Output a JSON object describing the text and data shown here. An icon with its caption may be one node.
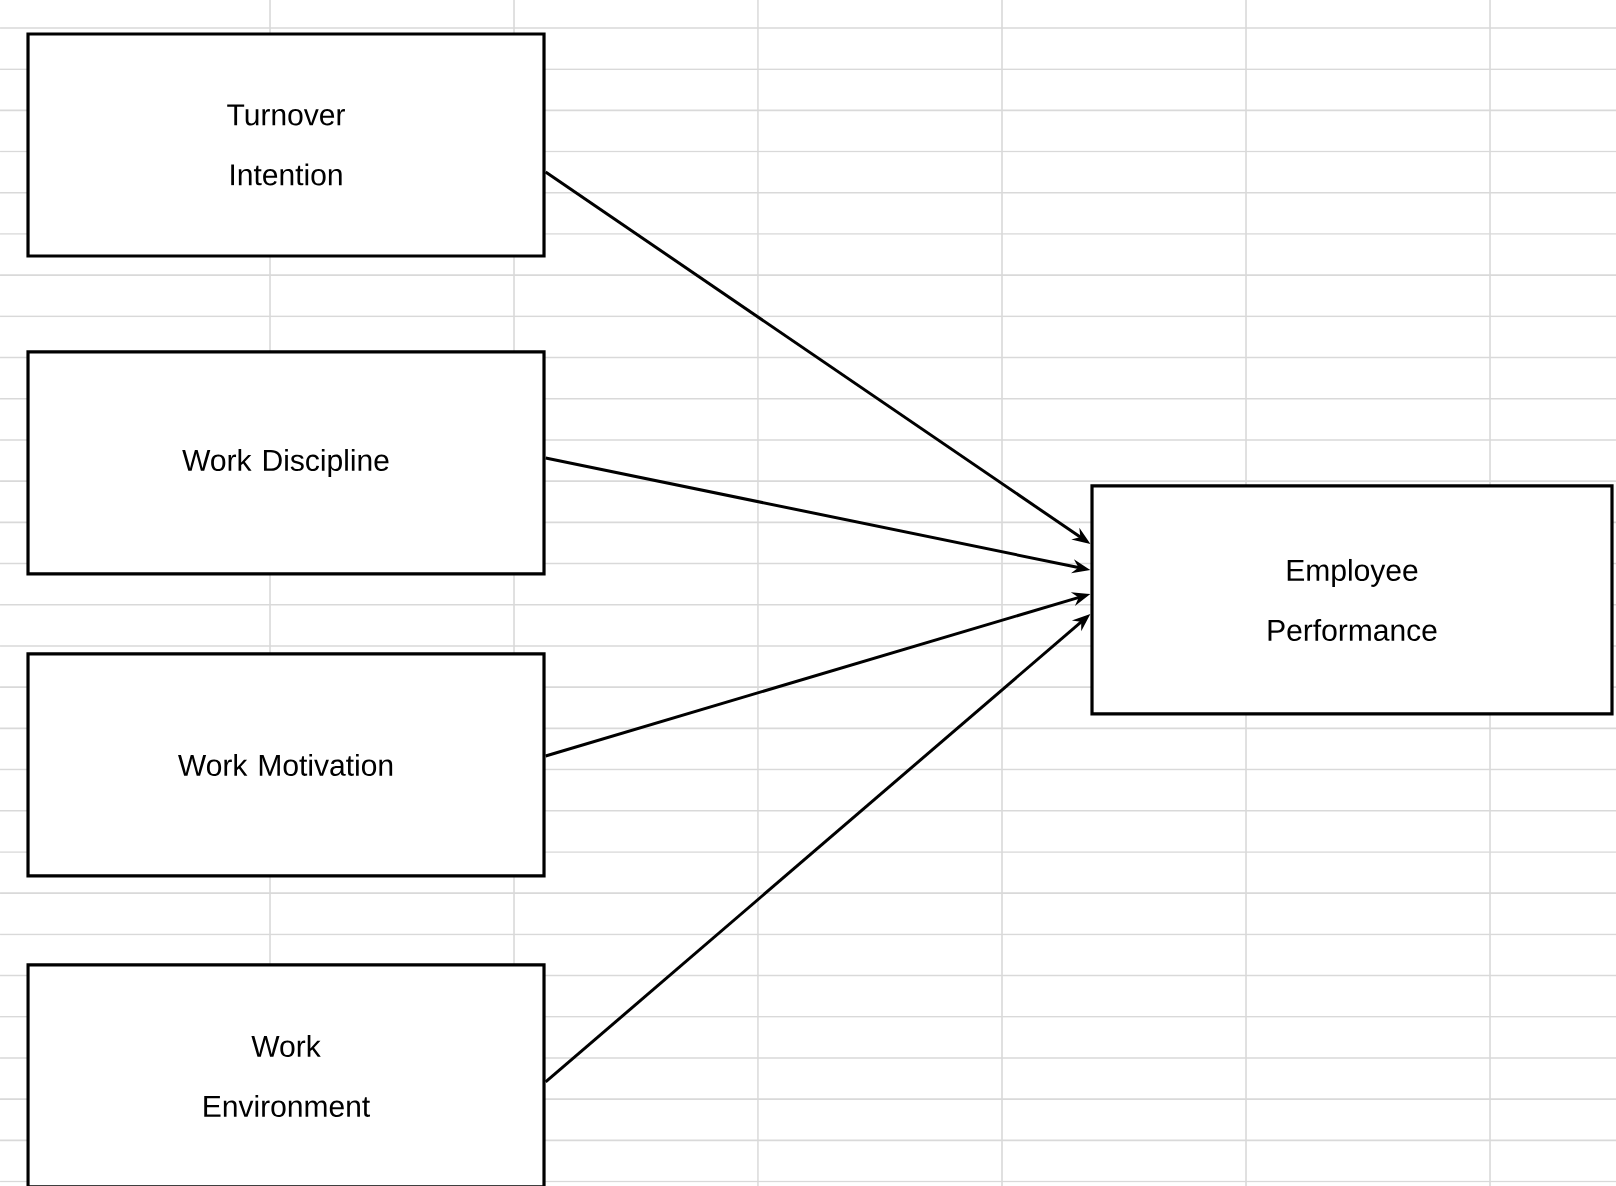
{
  "diagram": {
    "nodes": [
      {
        "text": [
          "Turnover Intention"
        ]
      },
      {
        "text": [
          "Work Discipline"
        ]
      },
      {
        "text": [
          "Work Motivation"
        ]
      },
      {
        "text": [
          "Work Environment"
        ]
      },
      {
        "text": [
          "Employee Performance"
        ]
      }
    ],
    "edges": [
      {
        "from": 0,
        "to": 4,
        "arrow": "to"
      },
      {
        "from": 1,
        "to": 4,
        "arrow": "to"
      },
      {
        "from": 2,
        "to": 4,
        "arrow": "to"
      },
      {
        "from": 3,
        "to": 4,
        "arrow": "to"
      }
    ]
  }
}
